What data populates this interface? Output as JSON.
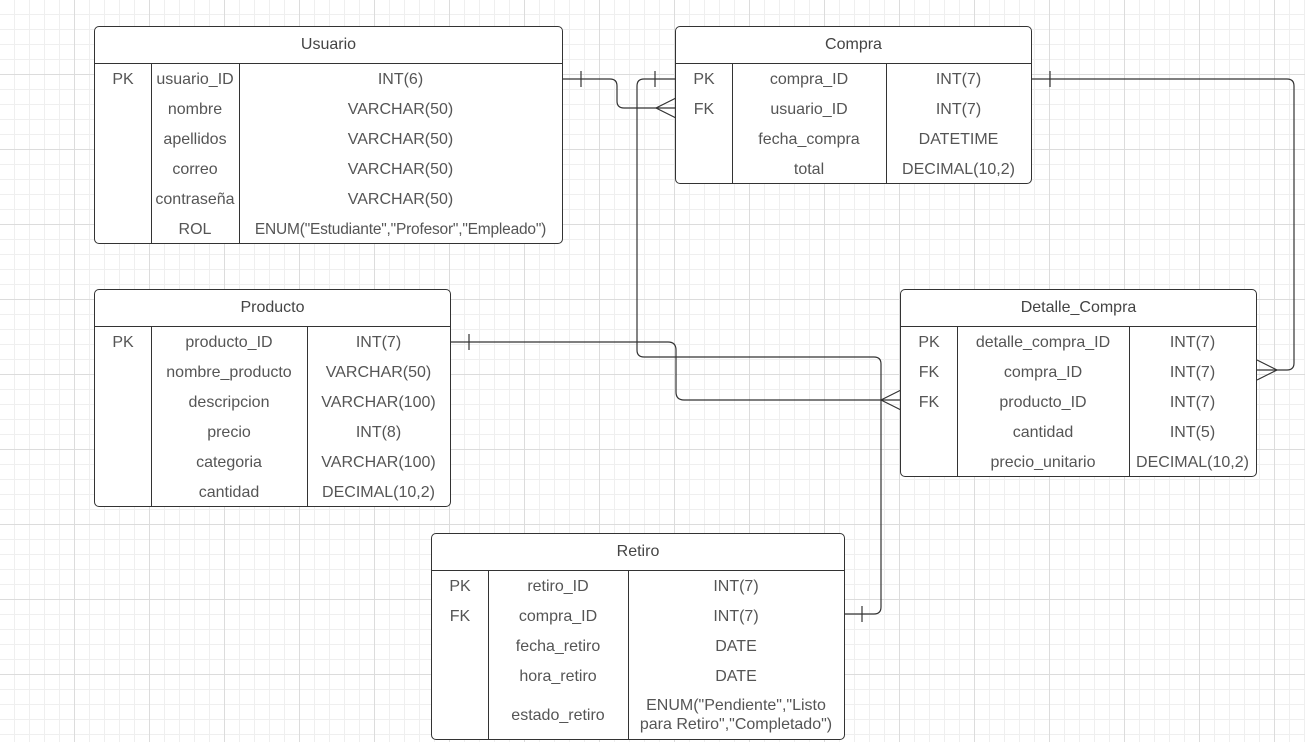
{
  "entities": {
    "usuario": {
      "title": "Usuario",
      "rows": [
        {
          "key": "PK",
          "name": "usuario_ID",
          "type": "INT(6)"
        },
        {
          "key": "",
          "name": "nombre",
          "type": "VARCHAR(50)"
        },
        {
          "key": "",
          "name": "apellidos",
          "type": "VARCHAR(50)"
        },
        {
          "key": "",
          "name": "correo",
          "type": "VARCHAR(50)"
        },
        {
          "key": "",
          "name": "contraseña",
          "type": "VARCHAR(50)"
        },
        {
          "key": "",
          "name": "ROL",
          "type": "ENUM(\"Estudiante\",\"Profesor\",\"Empleado\")"
        }
      ]
    },
    "compra": {
      "title": "Compra",
      "rows": [
        {
          "key": "PK",
          "name": "compra_ID",
          "type": "INT(7)"
        },
        {
          "key": "FK",
          "name": "usuario_ID",
          "type": "INT(7)"
        },
        {
          "key": "",
          "name": "fecha_compra",
          "type": "DATETIME"
        },
        {
          "key": "",
          "name": "total",
          "type": "DECIMAL(10,2)"
        }
      ]
    },
    "producto": {
      "title": "Producto",
      "rows": [
        {
          "key": "PK",
          "name": "producto_ID",
          "type": "INT(7)"
        },
        {
          "key": "",
          "name": "nombre_producto",
          "type": "VARCHAR(50)"
        },
        {
          "key": "",
          "name": "descripcion",
          "type": "VARCHAR(100)"
        },
        {
          "key": "",
          "name": "precio",
          "type": "INT(8)"
        },
        {
          "key": "",
          "name": "categoria",
          "type": "VARCHAR(100)"
        },
        {
          "key": "",
          "name": "cantidad",
          "type": "DECIMAL(10,2)"
        }
      ]
    },
    "detalle_compra": {
      "title": "Detalle_Compra",
      "rows": [
        {
          "key": "PK",
          "name": "detalle_compra_ID",
          "type": "INT(7)"
        },
        {
          "key": "FK",
          "name": "compra_ID",
          "type": "INT(7)"
        },
        {
          "key": "FK",
          "name": "producto_ID",
          "type": "INT(7)"
        },
        {
          "key": "",
          "name": "cantidad",
          "type": "INT(5)"
        },
        {
          "key": "",
          "name": "precio_unitario",
          "type": "DECIMAL(10,2)"
        }
      ]
    },
    "retiro": {
      "title": "Retiro",
      "rows": [
        {
          "key": "PK",
          "name": "retiro_ID",
          "type": "INT(7)"
        },
        {
          "key": "FK",
          "name": "compra_ID",
          "type": "INT(7)"
        },
        {
          "key": "",
          "name": "fecha_retiro",
          "type": "DATE"
        },
        {
          "key": "",
          "name": "hora_retiro",
          "type": "DATE"
        },
        {
          "key": "",
          "name": "estado_retiro",
          "type": "ENUM(\"Pendiente\",\"Listo para Retiro\",\"Completado\")"
        }
      ]
    }
  },
  "relationships": [
    {
      "from": "Usuario.usuario_ID",
      "to": "Compra.usuario_ID",
      "cardinality": "one-to-many"
    },
    {
      "from": "Compra.compra_ID",
      "to": "Detalle_Compra.compra_ID",
      "cardinality": "one-to-many"
    },
    {
      "from": "Producto.producto_ID",
      "to": "Detalle_Compra.producto_ID",
      "cardinality": "one-to-many"
    },
    {
      "from": "Retiro.compra_ID",
      "to": "Compra.compra_ID",
      "cardinality": "one-to-one"
    }
  ]
}
